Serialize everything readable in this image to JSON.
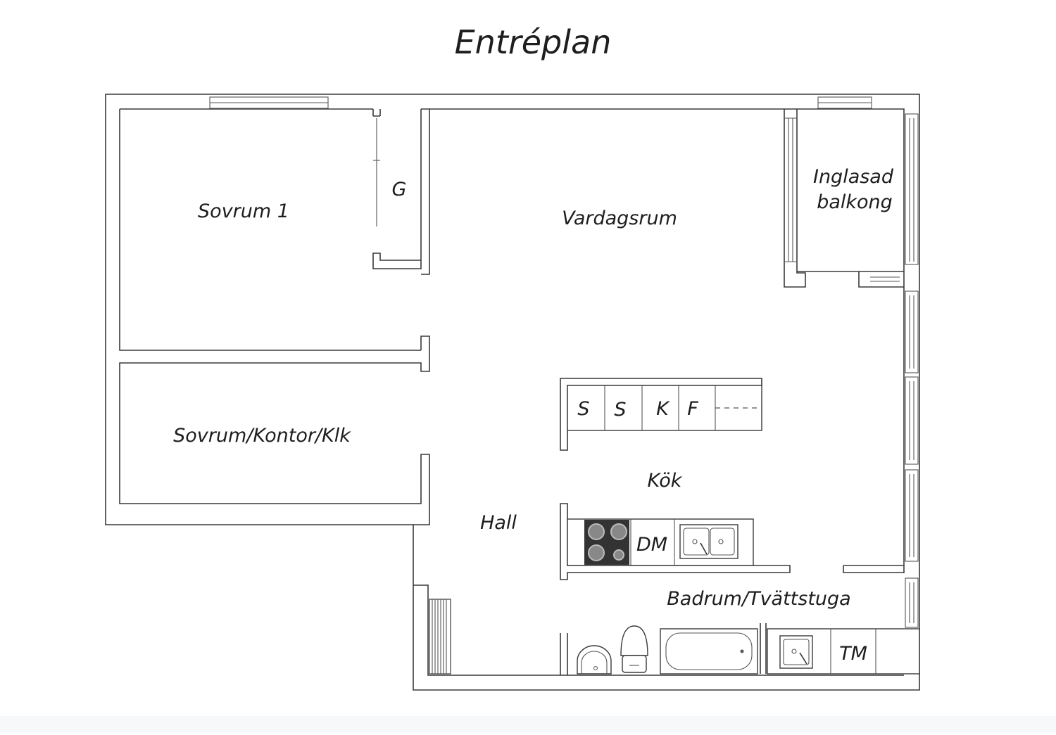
{
  "title": "Entréplan",
  "rooms": {
    "bedroom1": "Sovrum 1",
    "wardrobe": "G",
    "living": "Vardagsrum",
    "balcony_line1": "Inglasad",
    "balcony_line2": "balkong",
    "office": "Sovrum/Kontor/Klk",
    "hall": "Hall",
    "kitchen": "Kök",
    "bathroom": "Badrum/Tvättstuga"
  },
  "appliances": {
    "cabinet1": "S",
    "cabinet2": "S",
    "fridge": "K",
    "freezer": "F",
    "dishwasher": "DM",
    "dryer": "TM"
  },
  "colors": {
    "wall": "#3a3a3a",
    "stove": "#333333",
    "background": "#ffffff"
  }
}
